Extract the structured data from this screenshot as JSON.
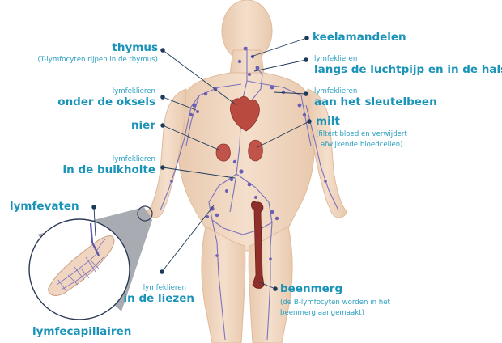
{
  "labels": {
    "thymus": {
      "title": "thymus",
      "note": "(T-lymfocyten rijpen in de thymus)"
    },
    "oksels": {
      "pre": "lymfeklieren",
      "title": "onder de oksels"
    },
    "nier": {
      "title": "nier"
    },
    "buikholte": {
      "pre": "lymfeklieren",
      "title": "in de buikholte"
    },
    "lymfevaten": {
      "title": "lymfevaten"
    },
    "liezen": {
      "pre": "lymfeklieren",
      "title": "in de liezen"
    },
    "capillairen": {
      "title": "lymfecapillairen"
    },
    "keel": {
      "title": "keelamandelen"
    },
    "luchtpijp": {
      "pre": "lymfeklieren",
      "title": "langs de luchtpijp en in de hals"
    },
    "sleutelbeen": {
      "pre": "lymfeklieren",
      "title": "aan het sleutelbeen"
    },
    "milt": {
      "title": "milt",
      "note1": "(filtert bloed en verwijdert",
      "note2": "afwijkende bloedcellen)"
    },
    "beenmerg": {
      "title": "beenmerg",
      "note1": "(de B-lymfocyten worden in het",
      "note2": "beenmerg aangemaakt)"
    }
  },
  "colors": {
    "label": "#1a93b8",
    "skin": "#f0d7c2",
    "skin_edge": "#e3bfa3",
    "lymph": "#6f68b8",
    "organ": "#b84a3e",
    "bone": "#8e2f2c",
    "leader": "#1e3a5a"
  }
}
